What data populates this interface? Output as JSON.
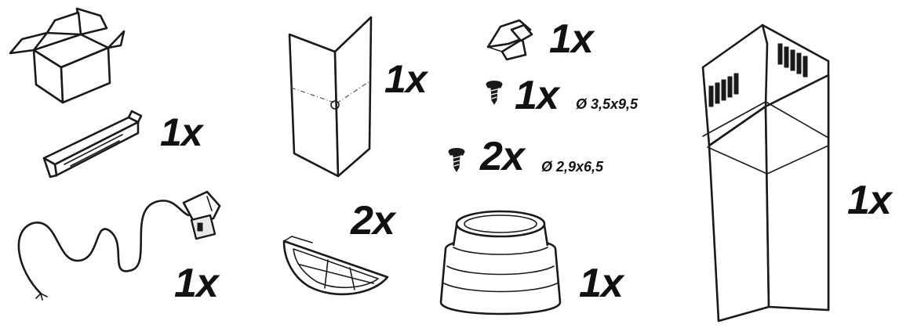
{
  "parts": [
    {
      "id": "box",
      "icon": "cardboard-box-icon"
    },
    {
      "id": "bracket",
      "icon": "mounting-bracket-icon",
      "quantity": "1x"
    },
    {
      "id": "cable",
      "icon": "power-cable-icon",
      "quantity": "1x"
    },
    {
      "id": "manual",
      "icon": "instruction-manual-icon",
      "quantity": "1x"
    },
    {
      "id": "filter",
      "icon": "half-round-filter-icon",
      "quantity": "2x"
    },
    {
      "id": "clip",
      "icon": "clip-icon",
      "quantity": "1x"
    },
    {
      "id": "screw_a",
      "icon": "screw-icon",
      "quantity": "1x",
      "dimension": "Ø 3,5x9,5"
    },
    {
      "id": "screw_b",
      "icon": "screw-icon",
      "quantity": "2x",
      "dimension": "Ø 2,9x6,5"
    },
    {
      "id": "flange",
      "icon": "round-flange-icon",
      "quantity": "1x"
    },
    {
      "id": "chimney",
      "icon": "chimney-cover-icon",
      "quantity": "1x"
    }
  ]
}
